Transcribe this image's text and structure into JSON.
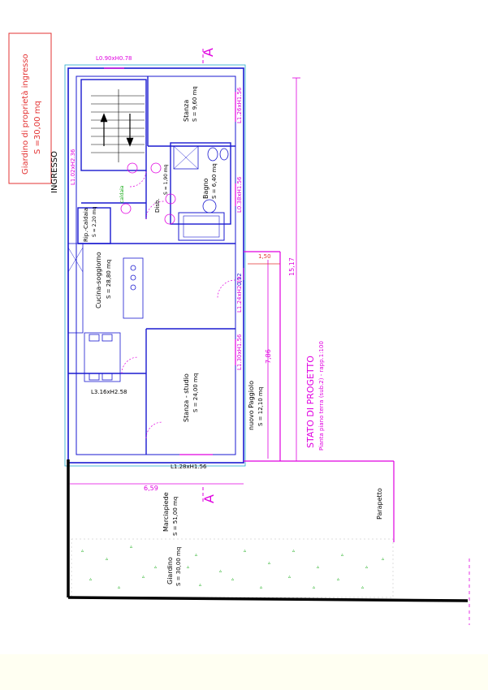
{
  "drawing": {
    "title": "STATO DI PROGETTO",
    "subtitle": "Pianta piano terra (sub.2) - rapp.1:100",
    "garden_note_title": "Giardino di proprietà ingresso",
    "garden_note_area": "S =30,00 mq",
    "entrance_label": "INGRESSO",
    "section_marker": "A",
    "rooms": {
      "stanza_label": "Stanza",
      "stanza_area": "S = 9,60 mq",
      "bagno_label": "Bagno",
      "bagno_area": "S = 6,40 mq",
      "disb_label": "Disb.",
      "disb_area": "S = 1,90 mq",
      "rip_label": "Rip.-Caldaia",
      "rip_area": "S = 2,20 mq",
      "cucina_label": "Cucina-soggiorno",
      "cucina_area": "S = 28,80 mq",
      "studio_label": "Stanza - studio",
      "studio_area": "S = 24,00 mq",
      "paggiolo_label": "nuovo Paggiolo",
      "paggiolo_area": "S = 12,10 mq",
      "marciapiede_label": "Marciapiede",
      "marciapiede_area": "S = 51,00 mq",
      "giardino_label": "Giardino",
      "giardino_area": "S = 30,00 mq",
      "parapetto_label": "Parapetto"
    },
    "openings": {
      "top": "L0.90xH0.78",
      "stanza_window": "L1.26xH1.56",
      "bagno_window": "L0.38xH1.56",
      "ingresso_door": "L1.02xH2.36",
      "cucina_door": "L1.24xH2.39",
      "cucina_window": "L1.30xH1.56",
      "door_left": "L3.16xH2.58",
      "studio_window": "L1.28xH1.56"
    },
    "dimensions": {
      "total_height": "15,17",
      "balcony_depth": "1,50",
      "offset": "0,12",
      "balcony_length": "7,86",
      "walkway_width": "6,59"
    },
    "misc": {
      "boiler_tag": "caldaia"
    },
    "colors": {
      "wall": "#1a1ad0",
      "annotation": "#e000e0",
      "dimension": "#e000e0",
      "vegetation": "#11aa11",
      "red_note": "#e33333",
      "ground_line": "#000000"
    }
  }
}
